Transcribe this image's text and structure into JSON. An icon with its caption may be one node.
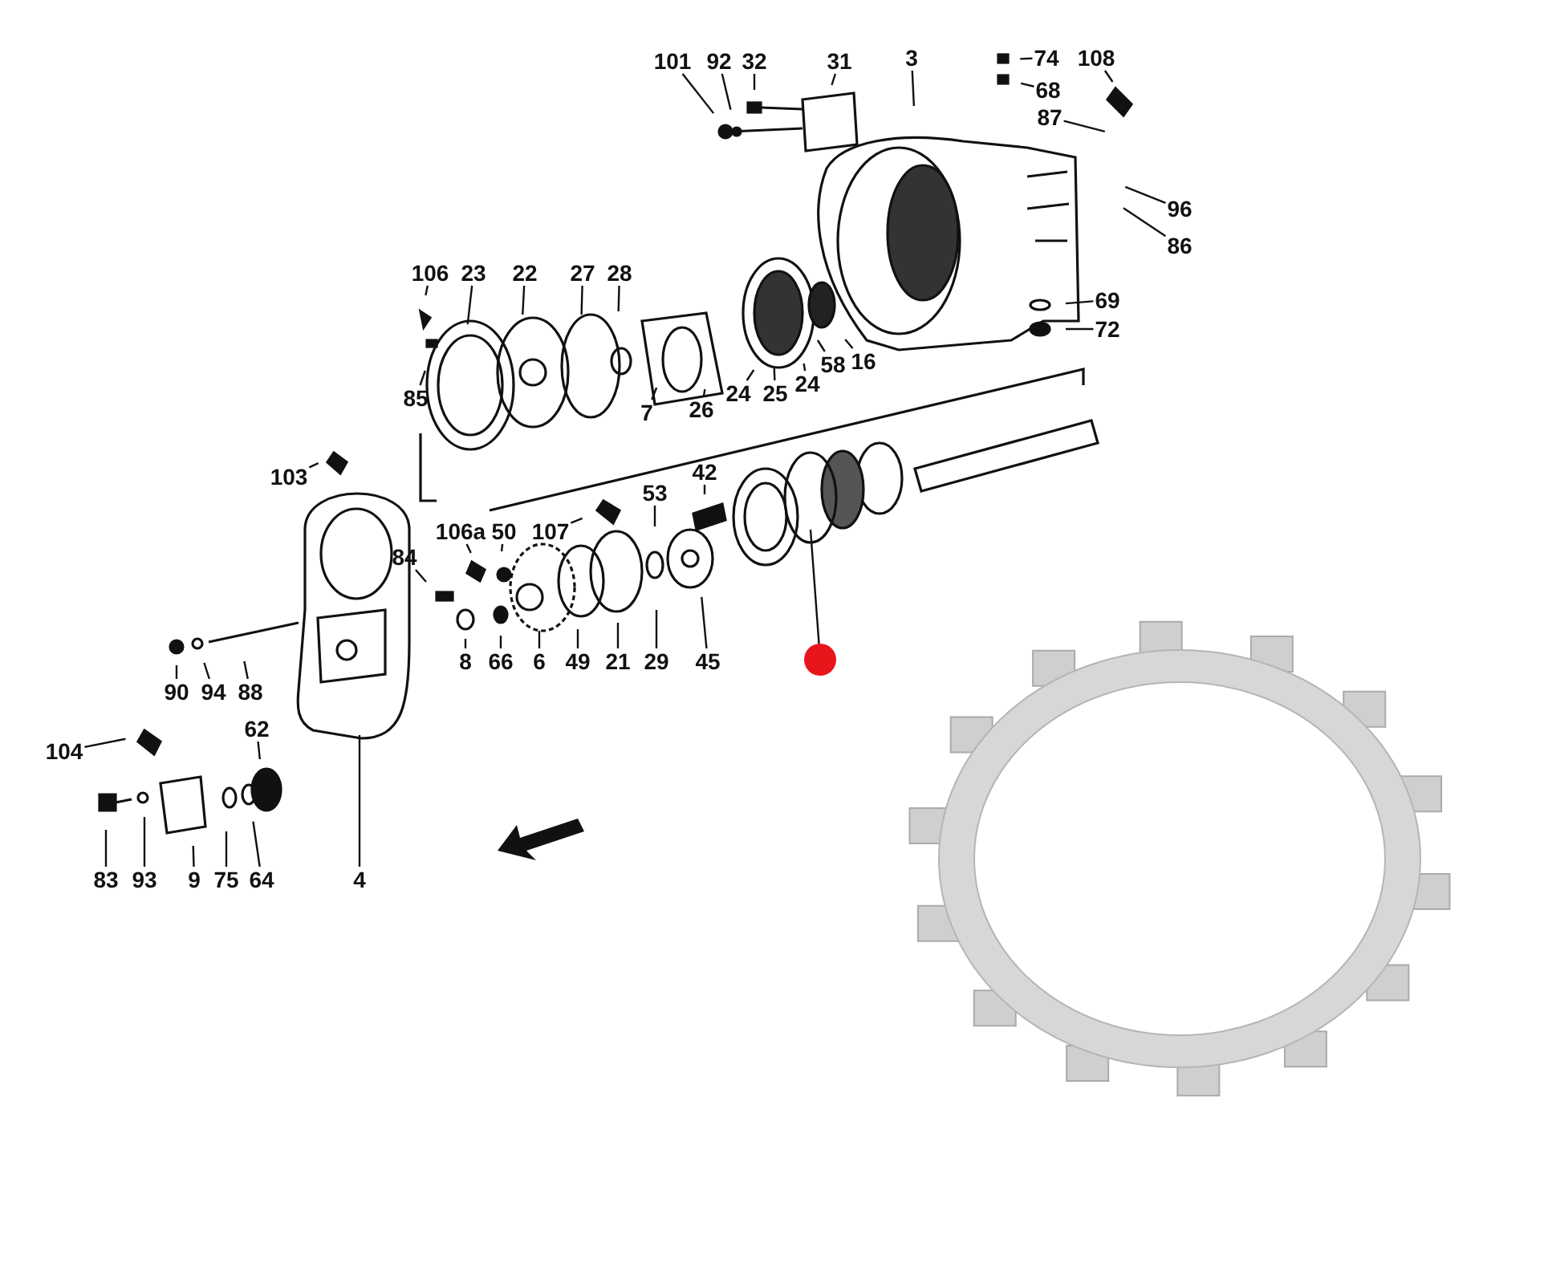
{
  "diagram": {
    "nodes": [
      {
        "text": [
          "101"
        ]
      },
      {
        "text": [
          "92"
        ]
      },
      {
        "text": [
          "32"
        ]
      },
      {
        "text": [
          "31"
        ]
      },
      {
        "text": [
          "3"
        ]
      },
      {
        "text": [
          "74"
        ]
      },
      {
        "text": [
          "68"
        ]
      },
      {
        "text": [
          "108"
        ]
      },
      {
        "text": [
          "87"
        ]
      },
      {
        "text": [
          "96"
        ]
      },
      {
        "text": [
          "86"
        ]
      },
      {
        "text": [
          "69"
        ]
      },
      {
        "text": [
          "72"
        ]
      },
      {
        "text": [
          "106"
        ]
      },
      {
        "text": [
          "23"
        ]
      },
      {
        "text": [
          "22"
        ]
      },
      {
        "text": [
          "27"
        ]
      },
      {
        "text": [
          "28"
        ]
      },
      {
        "text": [
          "85"
        ]
      },
      {
        "text": [
          "7"
        ]
      },
      {
        "text": [
          "26"
        ]
      },
      {
        "text": [
          "24"
        ]
      },
      {
        "text": [
          "25"
        ]
      },
      {
        "text": [
          "24"
        ]
      },
      {
        "text": [
          "58"
        ]
      },
      {
        "text": [
          "16"
        ]
      },
      {
        "text": [
          "103"
        ]
      },
      {
        "text": [
          "42"
        ]
      },
      {
        "text": [
          "53"
        ]
      },
      {
        "text": [
          "107"
        ]
      },
      {
        "text": [
          "106a"
        ]
      },
      {
        "text": [
          "50"
        ]
      },
      {
        "text": [
          "84"
        ]
      },
      {
        "text": [
          "8"
        ]
      },
      {
        "text": [
          "66"
        ]
      },
      {
        "text": [
          "6"
        ]
      },
      {
        "text": [
          "49"
        ]
      },
      {
        "text": [
          "21"
        ]
      },
      {
        "text": [
          "29"
        ]
      },
      {
        "text": [
          "45"
        ]
      },
      {
        "text": [
          "90"
        ]
      },
      {
        "text": [
          "94"
        ]
      },
      {
        "text": [
          "88"
        ]
      },
      {
        "text": [
          "104"
        ]
      },
      {
        "text": [
          "62"
        ]
      },
      {
        "text": [
          "83"
        ]
      },
      {
        "text": [
          "93"
        ]
      },
      {
        "text": [
          "9"
        ]
      },
      {
        "text": [
          "75"
        ]
      },
      {
        "text": [
          "64"
        ]
      },
      {
        "text": [
          "4"
        ]
      },
      {
        "text": [],
        "shape": "circle"
      }
    ],
    "edges": [
      {
        "from": 0,
        "to": null,
        "arrow": "none"
      },
      {
        "from": 1,
        "to": null,
        "arrow": "none"
      },
      {
        "from": 2,
        "to": null,
        "arrow": "none"
      },
      {
        "from": 3,
        "to": null,
        "arrow": "none"
      },
      {
        "from": 4,
        "to": null,
        "arrow": "none"
      },
      {
        "from": 5,
        "to": null,
        "arrow": "none"
      },
      {
        "from": 6,
        "to": null,
        "arrow": "none"
      },
      {
        "from": 7,
        "to": null,
        "arrow": "none"
      },
      {
        "from": 8,
        "to": null,
        "arrow": "none"
      },
      {
        "from": 9,
        "to": null,
        "arrow": "none"
      },
      {
        "from": 10,
        "to": null,
        "arrow": "none"
      },
      {
        "from": 11,
        "to": null,
        "arrow": "none"
      },
      {
        "from": 12,
        "to": null,
        "arrow": "none"
      },
      {
        "from": 13,
        "to": null,
        "arrow": "none"
      },
      {
        "from": 14,
        "to": null,
        "arrow": "none"
      },
      {
        "from": 15,
        "to": null,
        "arrow": "none"
      },
      {
        "from": 16,
        "to": null,
        "arrow": "none"
      },
      {
        "from": 17,
        "to": null,
        "arrow": "none"
      },
      {
        "from": 18,
        "to": null,
        "arrow": "none"
      },
      {
        "from": 19,
        "to": null,
        "arrow": "none"
      },
      {
        "from": 20,
        "to": null,
        "arrow": "none"
      },
      {
        "from": 21,
        "to": null,
        "arrow": "none"
      },
      {
        "from": 22,
        "to": null,
        "arrow": "none"
      },
      {
        "from": 23,
        "to": null,
        "arrow": "none"
      },
      {
        "from": 24,
        "to": null,
        "arrow": "none"
      },
      {
        "from": 25,
        "to": null,
        "arrow": "none"
      },
      {
        "from": 26,
        "to": null,
        "arrow": "none"
      },
      {
        "from": 27,
        "to": null,
        "arrow": "none"
      },
      {
        "from": 28,
        "to": null,
        "arrow": "none"
      },
      {
        "from": 29,
        "to": null,
        "arrow": "none"
      },
      {
        "from": 30,
        "to": null,
        "arrow": "none"
      },
      {
        "from": 31,
        "to": null,
        "arrow": "none"
      },
      {
        "from": 32,
        "to": null,
        "arrow": "none"
      },
      {
        "from": 33,
        "to": null,
        "arrow": "none"
      },
      {
        "from": 34,
        "to": null,
        "arrow": "none"
      },
      {
        "from": 35,
        "to": null,
        "arrow": "none"
      },
      {
        "from": 36,
        "to": null,
        "arrow": "none"
      },
      {
        "from": 37,
        "to": null,
        "arrow": "none"
      },
      {
        "from": 38,
        "to": null,
        "arrow": "none"
      },
      {
        "from": 39,
        "to": null,
        "arrow": "none"
      },
      {
        "from": 40,
        "to": null,
        "arrow": "none"
      },
      {
        "from": 41,
        "to": null,
        "arrow": "none"
      },
      {
        "from": 42,
        "to": null,
        "arrow": "none"
      },
      {
        "from": 43,
        "to": null,
        "arrow": "none"
      },
      {
        "from": 44,
        "to": null,
        "arrow": "none"
      },
      {
        "from": 45,
        "to": null,
        "arrow": "none"
      },
      {
        "from": 46,
        "to": null,
        "arrow": "none"
      },
      {
        "from": 47,
        "to": null,
        "arrow": "none"
      },
      {
        "from": 48,
        "to": null,
        "arrow": "none"
      },
      {
        "from": 49,
        "to": null,
        "arrow": "none"
      },
      {
        "from": 50,
        "to": null,
        "arrow": "none"
      },
      {
        "from": null,
        "to": 51,
        "arrow": "none"
      }
    ]
  }
}
